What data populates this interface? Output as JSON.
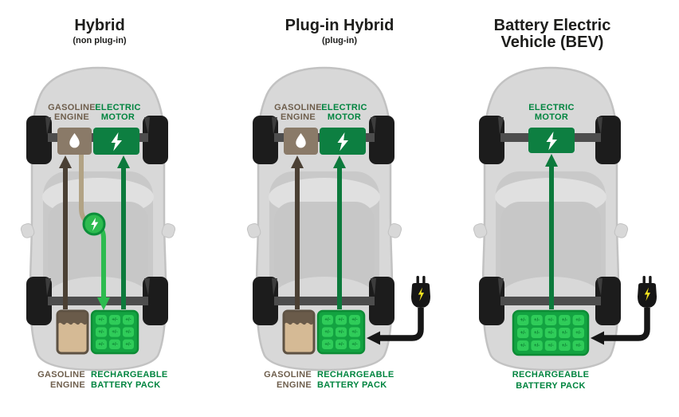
{
  "colors": {
    "title": "#1d1d1b",
    "body": "#d8d8d8",
    "body_stroke": "#c2c2c2",
    "cabin": "#c9c9c9",
    "glass": "#e0e0e0",
    "roof": "#c7c7c7",
    "wheel": "#1c1c1c",
    "wheel_slash": "#3d3d3d",
    "axle": "#4d4d4d",
    "engine_box": "#8a7a68",
    "engine_label": "#6e5e4c",
    "fuel_dark": "#6a5b4a",
    "fuel_light": "#d5ba95",
    "tank_stroke": "#5e5243",
    "motor_green": "#0d7f41",
    "label_green": "#00843f",
    "arrow_brown": "#4b4034",
    "line_tan": "#b2a385",
    "green_bright": "#2dbb4f",
    "green_ring": "#0c8f3a",
    "green_dark": "#0c7a3c",
    "battery_frame": "#13a341",
    "battery_frame_stroke": "#0d8c35",
    "battery_cell": "#2fcc59",
    "battery_cell_text": "#0b7c31",
    "plug_black": "#161616",
    "bolt_yellow": "#f4e320",
    "white": "#ffffff"
  },
  "shared": {
    "battery_cell_label": "+/-"
  },
  "panels": [
    {
      "title": "Hybrid",
      "subtitle": "(non plug-in)",
      "labels": {
        "engine1": "GASOLINE",
        "engine2": "ENGINE",
        "motor1": "ELECTRIC",
        "motor2": "MOTOR",
        "tank1": "GASOLINE",
        "tank2": "ENGINE",
        "battery1": "RECHARGEABLE",
        "battery2": "BATTERY PACK"
      },
      "battery": {
        "cols": 3,
        "rows": 3
      }
    },
    {
      "title": "Plug-in Hybrid",
      "subtitle": "(plug-in)",
      "labels": {
        "engine1": "GASOLINE",
        "engine2": "ENGINE",
        "motor1": "ELECTRIC",
        "motor2": "MOTOR",
        "tank1": "GASOLINE",
        "tank2": "ENGINE",
        "battery1": "RECHARGEABLE",
        "battery2": "BATTERY PACK"
      },
      "battery": {
        "cols": 3,
        "rows": 3
      }
    },
    {
      "title": "Battery Electric",
      "title2": "Vehicle (BEV)",
      "labels": {
        "motor1": "ELECTRIC",
        "motor2": "MOTOR",
        "battery1": "RECHARGEABLE",
        "battery2": "BATTERY PACK"
      },
      "battery": {
        "cols": 5,
        "rows": 3
      }
    }
  ]
}
